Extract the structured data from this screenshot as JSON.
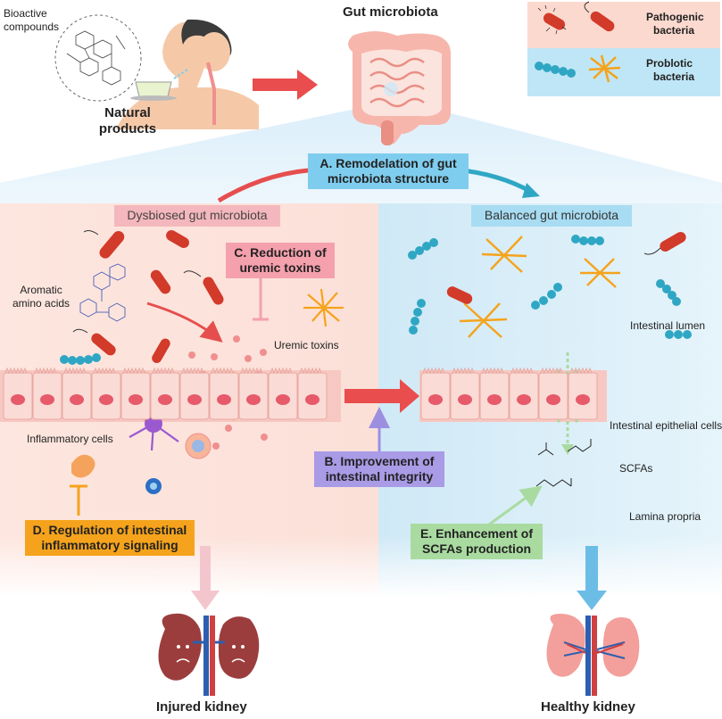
{
  "top": {
    "bioactive_label_1": "Bioactive",
    "bioactive_label_2": "compounds",
    "natural_products_1": "Natural",
    "natural_products_2": "products",
    "gut_microbiota_title": "Gut microbiota"
  },
  "legend": {
    "pathogenic_1": "Pathogenic",
    "pathogenic_2": "bacteria",
    "probiotic_1": "Problotic",
    "probiotic_2": "bacteria",
    "pathogenic_bg": "#fbd9cf",
    "probiotic_bg": "#bfe6f6"
  },
  "mechanisms": {
    "A_1": "A. Remodelation of gut",
    "A_2": "microbiota structure",
    "B_1": "B. Improvement of",
    "B_2": "intestinal integrity",
    "C_1": "C. Reduction of",
    "C_2": "uremic toxins",
    "D_1": "D. Regulation of intestinal",
    "D_2": "inflammatory signaling",
    "E_1": "E. Enhancement of",
    "E_2": "SCFAs production"
  },
  "left_panel": {
    "header": "Dysbiosed gut microbiota",
    "aromatic_1": "Aromatic",
    "aromatic_2": "amino acids",
    "uremic_toxins": "Uremic toxins",
    "inflammatory_cells": "Inflammatory cells",
    "kidney_label": "Injured kidney"
  },
  "right_panel": {
    "header": "Balanced gut microbiota",
    "intestinal_lumen": "Intestinal lumen",
    "epithelial_cells": "Intestinal epithelial cells",
    "scfas": "SCFAs",
    "lamina_propria": "Lamina propria",
    "kidney_label": "Healthy kidney"
  },
  "colors": {
    "box_A": "#7fcdee",
    "box_B": "#a99be6",
    "box_C": "#f5a0ad",
    "box_D": "#f5a31c",
    "box_E": "#a9dba0",
    "pathogen_red": "#d23a2a",
    "probiotic_blue": "#2fa7c4",
    "probiotic_orange": "#f5a31c"
  }
}
